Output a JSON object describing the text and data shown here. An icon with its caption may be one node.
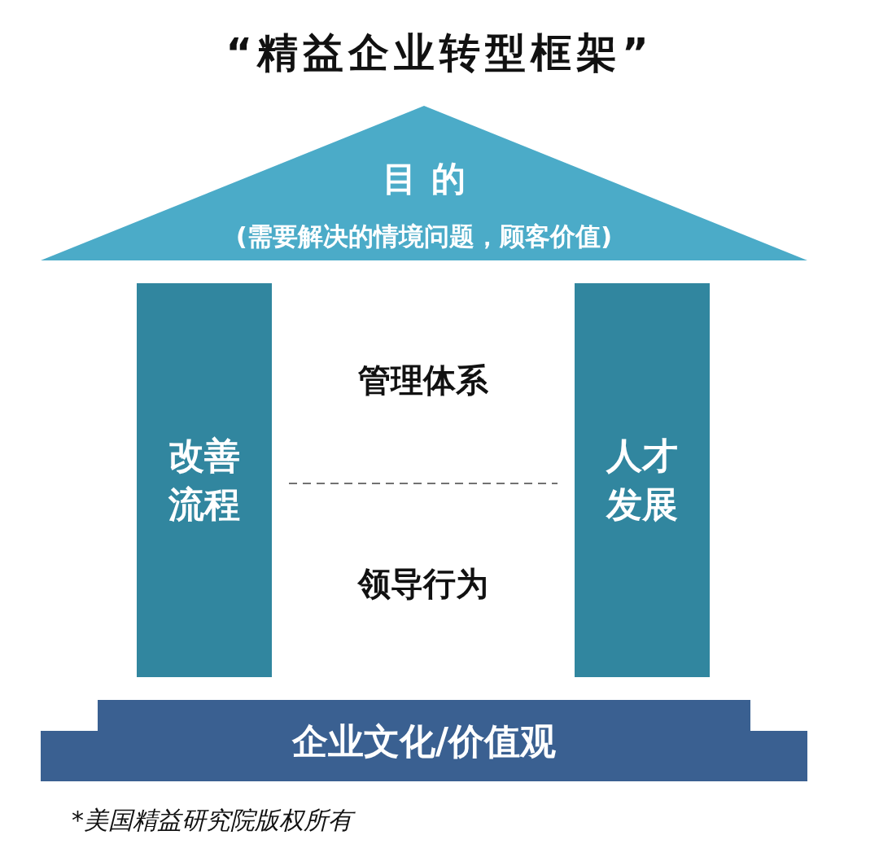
{
  "diagram": {
    "title": "“精益企业转型框架”",
    "caption": "*美国精益研究院版权所有",
    "nodes": [
      {
        "text": [
          "目的",
          "(需要解决的情境问题，顾客价值)"
        ]
      },
      {
        "text": [
          "改善流程"
        ]
      },
      {
        "text": [
          "人才发展"
        ]
      },
      {
        "text": [
          "企业文化/价值观"
        ]
      }
    ],
    "labels": [
      "管理体系",
      "领导行为"
    ]
  }
}
